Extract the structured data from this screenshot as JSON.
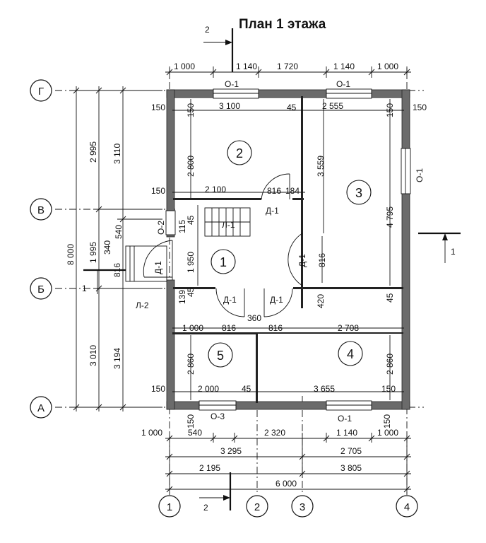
{
  "title": "План 1 этажа",
  "axes": {
    "letters": [
      "Г",
      "В",
      "Б",
      "А"
    ],
    "numbers": [
      "1",
      "2",
      "3",
      "4"
    ]
  },
  "rooms": [
    "1",
    "2",
    "3",
    "4",
    "5"
  ],
  "section_marks": {
    "top": "2",
    "bottom": "2",
    "right": "1",
    "left": "1"
  },
  "labels": {
    "window": "О-1",
    "window2": "О-2",
    "window3": "О-3",
    "door": "Д-1",
    "stair": "Л-1",
    "porch": "Л-2"
  },
  "dims": {
    "top_chain": [
      "1 000",
      "1 140",
      "1 720",
      "1 140",
      "1 000"
    ],
    "bottom_chain": [
      "1 000",
      "540",
      "2 320",
      "1 140",
      "1 000"
    ],
    "bottom_b": [
      "3 295",
      "2 705"
    ],
    "bottom_c": [
      "2 195",
      "3 805"
    ],
    "bottom_total": "6 000",
    "left_total": "8 000",
    "left_a": [
      "2 995",
      "1 995",
      "3 010"
    ],
    "left_b": [
      "3 110",
      "3 194"
    ],
    "left_c": [
      "340",
      "540",
      "816"
    ],
    "interior": {
      "t150a": "150",
      "t150b": "150",
      "t150c": "150",
      "t150d": "150",
      "w3100": "3 100",
      "t45a": "45",
      "w2555": "2 555",
      "t150e": "150",
      "h2800": "2 800",
      "h3559": "3 559",
      "h4795": "4 795",
      "t150f": "150",
      "w2100": "2 100",
      "w816a": "816",
      "w184": "184",
      "t45b": "45",
      "t115": "115",
      "h1950": "1 950",
      "h816b": "816",
      "t139": "139",
      "t45c": "45",
      "t45d": "45",
      "t420": "420",
      "t45e": "45",
      "w1000": "1 000",
      "w816c": "816",
      "w360": "360",
      "w816d": "816",
      "w2708": "2 708",
      "h2860a": "2 860",
      "h2860b": "2 860",
      "t150g": "150",
      "w2000": "2 000",
      "t45f": "45",
      "w3655": "3 655",
      "t150h": "150",
      "t150i": "150",
      "t150j": "150"
    }
  }
}
